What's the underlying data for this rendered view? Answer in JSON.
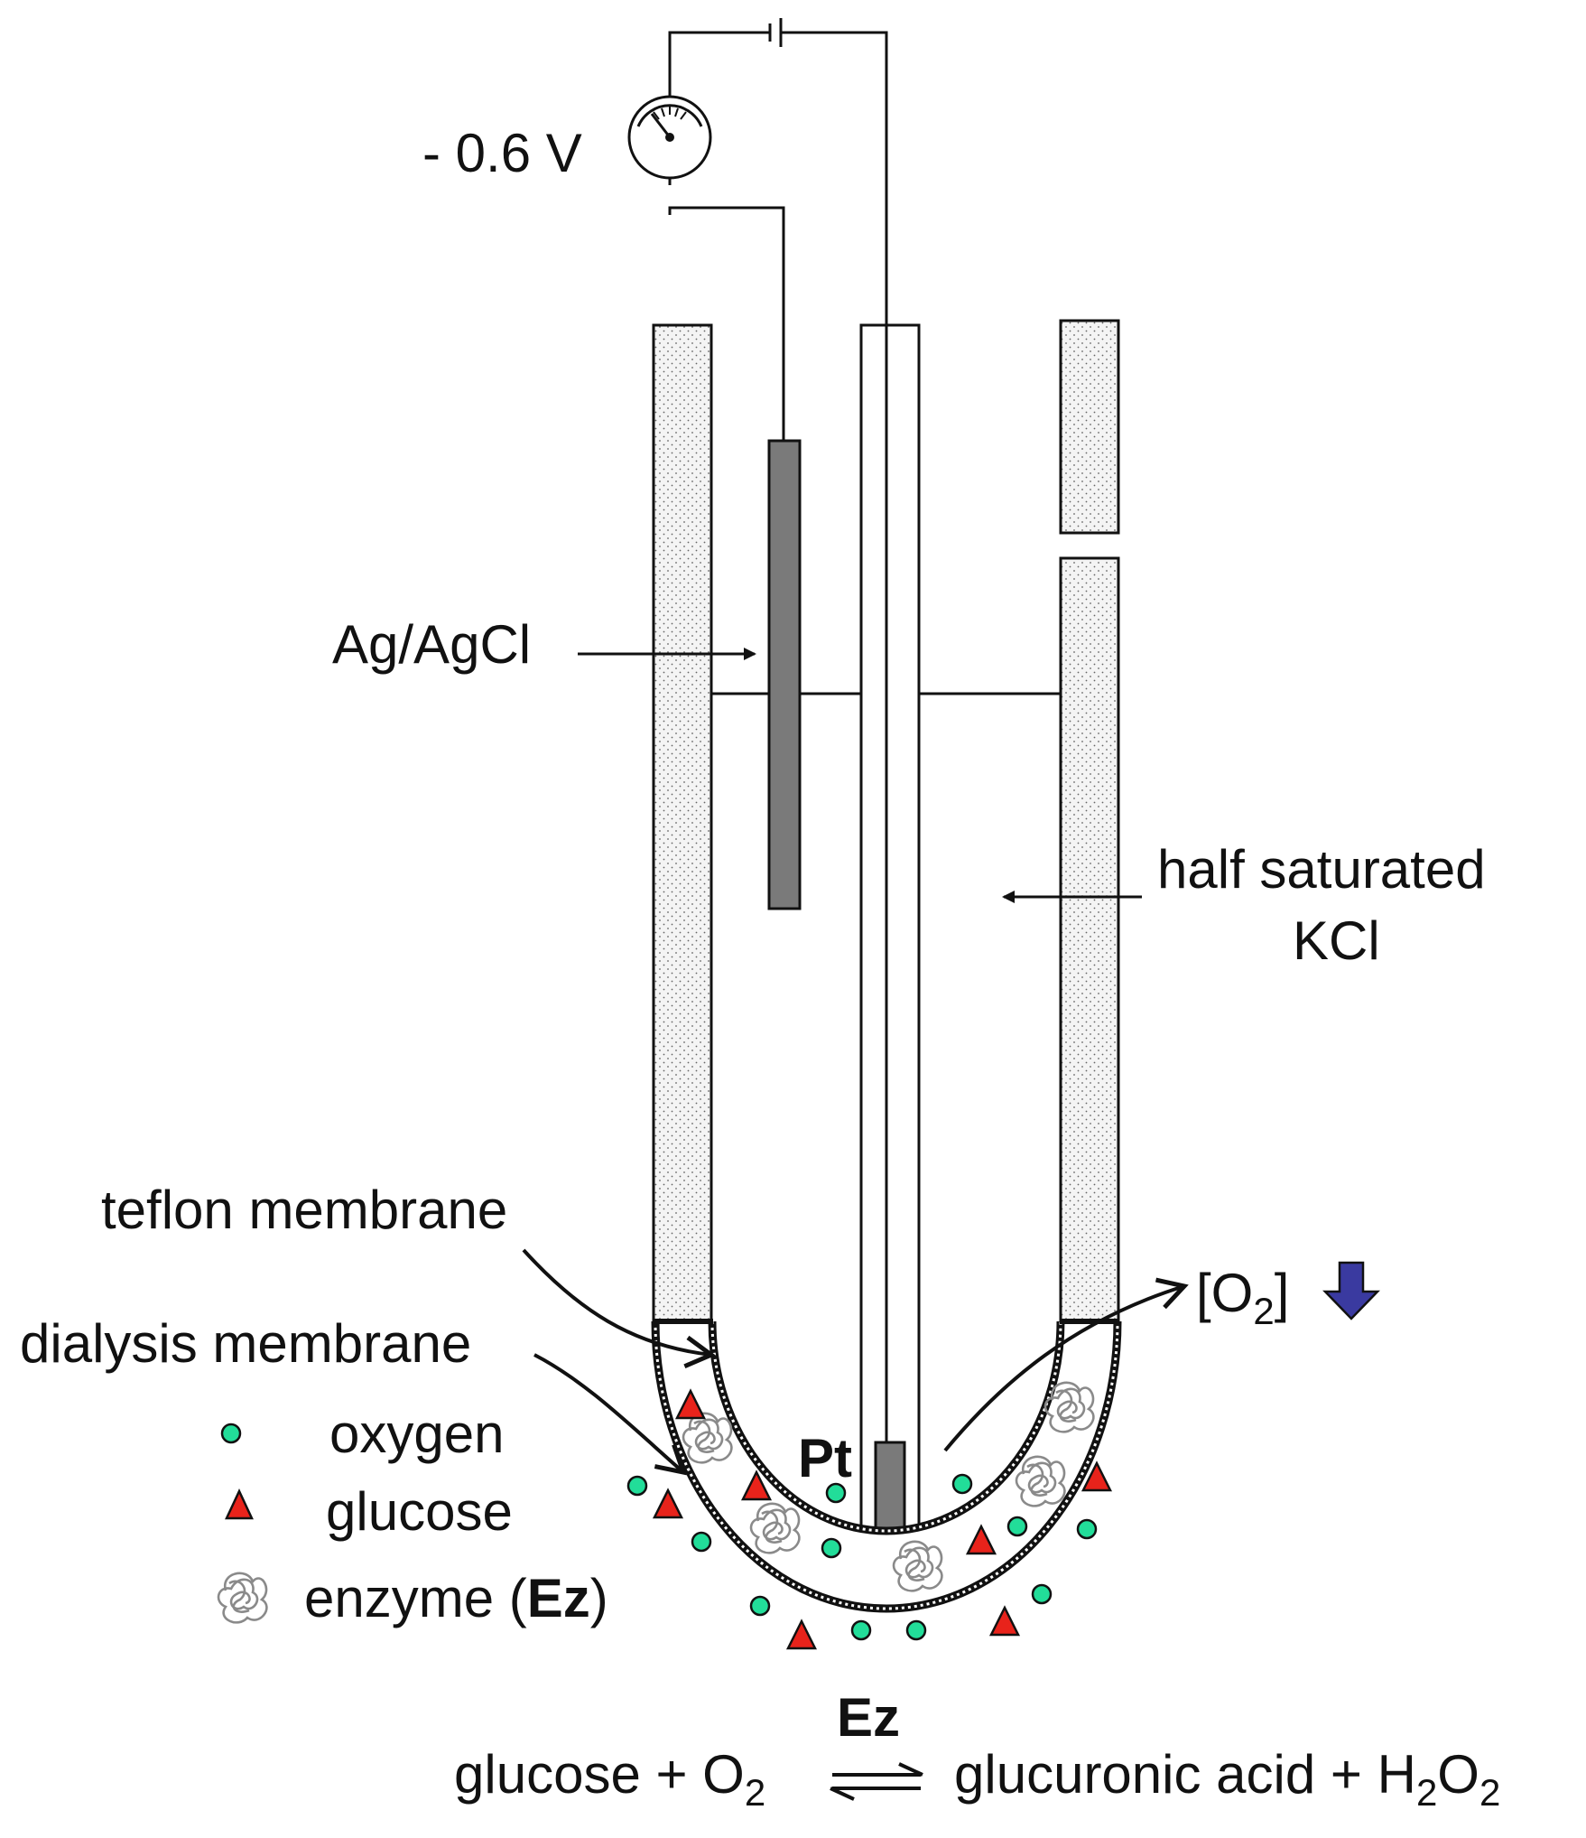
{
  "labels": {
    "voltage": "- 0.6 V",
    "reference_electrode": "Ag/AgCl",
    "electrolyte_line1": "half saturated",
    "electrolyte_line2": "KCl",
    "teflon_membrane": "teflon membrane",
    "dialysis_membrane": "dialysis membrane",
    "working_electrode": "Pt",
    "oxygen_concentration": "[O2]",
    "oxygen_concentration_parts": {
      "open": "[O",
      "sub": "2",
      "close": "]"
    }
  },
  "legend": {
    "oxygen": "oxygen",
    "glucose": "glucose",
    "enzyme_prefix": "enzyme (",
    "enzyme_abbr": "Ez",
    "enzyme_suffix": ")"
  },
  "reaction": {
    "catalyst": "Ez",
    "left_text": "glucose + O",
    "left_sub": "2",
    "right_text": "glucuronic acid + H",
    "right_sub1": "2",
    "right_mid": "O",
    "right_sub2": "2"
  },
  "colors": {
    "oxygen": "#22dd99",
    "glucose": "#e8231b",
    "enzyme": "#8a8a8a",
    "electrode": "#7a7a7a",
    "arrow_down": "#3a3aa0",
    "stipple_bg": "#f4f4f4",
    "line": "#111111"
  },
  "icons": {
    "meter": "voltmeter-icon",
    "down_arrow": "down-arrow-icon",
    "equilibrium": "equilibrium-arrows-icon"
  }
}
